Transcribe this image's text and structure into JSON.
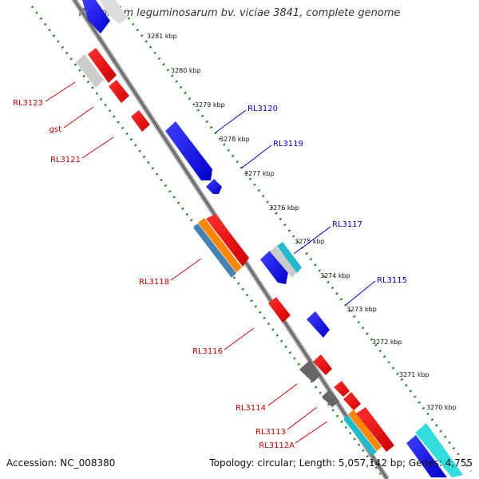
{
  "title": "Rhizobium leguminosarum bv. viciae 3841, complete genome",
  "accession": "Accession: NC_008380",
  "summary": "Topology: circular; Length: 5,057,142 bp; Genes: 4,755",
  "colors": {
    "forward_gene": "#0000ee",
    "reverse_gene": "#ee0000",
    "forward_label": "#0000cc",
    "reverse_label": "#cc0000",
    "backbone": "#888888",
    "tick_dots": "#228822",
    "orange_feature": "#ff8800",
    "steel_feature": "#4682b4",
    "cyan_feature": "#22cccc",
    "gray_feature": "#666666",
    "light_feature": "#cccccc"
  },
  "scale_labels": [
    "3281 kbp",
    "3280 kbp",
    "3279 kbp",
    "3278 kbp",
    "3277 kbp",
    "3276 kbp",
    "3275 kbp",
    "3274 kbp",
    "3273 kbp",
    "3272 kbp",
    "3271 kbp",
    "3270 kbp"
  ],
  "forward_genes": [
    "RL3120",
    "RL3119",
    "RL3117",
    "RL3115"
  ],
  "reverse_genes": [
    "RL3123",
    "gst",
    "RL3121",
    "RL3118",
    "RL3116",
    "RL3114",
    "RL3113",
    "RL3112A"
  ]
}
